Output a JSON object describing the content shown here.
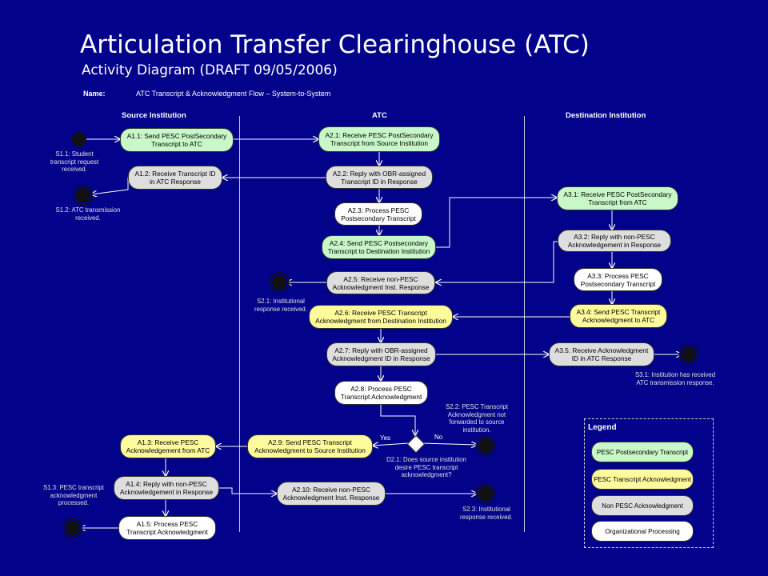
{
  "header": {
    "title": "Articulation Transfer Clearinghouse (ATC)",
    "subtitle": "Activity Diagram (DRAFT 09/05/2006)",
    "name_label": "Name:",
    "name_value": "ATC Transcript & Acknowledgment Flow – System-to-System"
  },
  "lanes": [
    "Source Institution",
    "ATC",
    "Destination Institution"
  ],
  "activities": {
    "a1_1": "A1.1: Send PESC PostSecondary Transcript to ATC",
    "a1_2": "A1.2: Receive Transcript ID in ATC Response",
    "a1_3": "A1.3: Receive PESC Acknowledgement from ATC",
    "a1_4": "A1.4: Reply with non-PESC Acknowledgement in Response",
    "a1_5": "A1.5: Process PESC Transcript Acknowledgment",
    "a2_1": "A2.1: Receive PESC PostSecondary Transcript from Source Institution",
    "a2_2": "A2.2: Reply with OBR-assigned Transcript ID in Response",
    "a2_3": "A2.3: Process PESC Postsecondary Transcript",
    "a2_4": "A2.4: Send PESC Postsecondary Transcript to Destination Institution",
    "a2_5": "A2.5: Receive non-PESC Acknowledgment Inst. Response",
    "a2_6": "A2.6: Receive PESC Transcript Acknowledgment from Destination Institution",
    "a2_7": "A2.7: Reply with OBR-assigned Acknowledgment ID in Response",
    "a2_8": "A2.8: Process PESC Transcript Acknowledgment",
    "a2_9": "A2.9: Send PESC Transcript Acknowledgment to Source Institution",
    "a2_10": "A2.10: Receive non-PESC Acknowledgment Inst. Response",
    "a3_1": "A3.1: Receive PESC PostSecondary Transcript from ATC",
    "a3_2": "A3.2: Reply with non-PESC Acknowledgement in Response",
    "a3_3": "A3.3: Process PESC Postsecondary Transcript",
    "a3_4": "A3.4: Send PESC Transcript Acknowledgment to ATC",
    "a3_5": "A3.5: Receive Acknowledgment ID in ATC Response"
  },
  "notes": {
    "s1_1": "S1.1: Student transcript request received.",
    "s1_2": "S1.2: ATC transmission received.",
    "s1_3": "S1.3: PESC transcript acknowledgment processed.",
    "s2_1": "S2.1: Institutional response received.",
    "s2_2": "S2.2: PESC Transcript Acknowledgment not forwarded to source institution.",
    "s2_3": "S2.3: Institutional response received.",
    "s3_1": "S3.1: Institution has received ATC transmission response.",
    "d2_1": "D2.1: Does source institution desire PESC transcript acknowledgment?"
  },
  "decision": {
    "yes": "Yes",
    "no": "No"
  },
  "legend": {
    "title": "Legend",
    "items": [
      "PESC Postsecondary Transcript",
      "PESC Transcript Acknowledgment",
      "Non PESC Acknowledgment",
      "Organizational Processing"
    ]
  },
  "colors": {
    "background": "#02028a",
    "transcript": "#c8f7c8",
    "acknowledgment": "#fefb9c",
    "non_pesc": "#dedede",
    "processing": "#ffffff"
  }
}
